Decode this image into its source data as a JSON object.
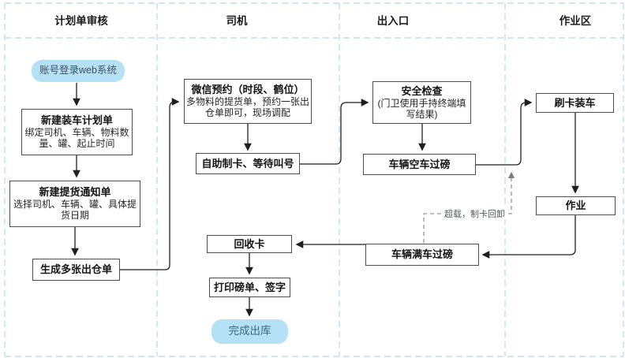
{
  "lanes": [
    {
      "label": "计划单审核"
    },
    {
      "label": "司机"
    },
    {
      "label": "出入口"
    },
    {
      "label": "作业区"
    }
  ],
  "nodes": {
    "login": {
      "title": "账号登录web系统"
    },
    "create_plan": {
      "title": "新建装车计划单",
      "subtitle": "绑定司机、车辆、物料数量、罐、起止时间"
    },
    "create_notice": {
      "title": "新建提货通知单",
      "subtitle": "选择司机、车辆、罐、具体提货日期"
    },
    "generate_orders": {
      "title": "生成多张出仓单"
    },
    "wechat_booking": {
      "title": "微信预约（时段、鹤位）",
      "subtitle": "多物料的提货单，预约一张出仓单即可，现场调配"
    },
    "self_card": {
      "title": "自助制卡、等待叫号"
    },
    "return_card": {
      "title": "回收卡"
    },
    "print_sign": {
      "title": "打印磅单、签字"
    },
    "complete": {
      "title": "完成出库"
    },
    "safety_check": {
      "title": "安全检查",
      "subtitle": "(门卫使用手持终端填写结果)"
    },
    "empty_weigh": {
      "title": "车辆空车过磅"
    },
    "full_weigh": {
      "title": "车辆满车过磅"
    },
    "swipe_load": {
      "title": "刷卡装车"
    },
    "work": {
      "title": "作业"
    }
  },
  "annotations": {
    "overload": "超载，制卡回卸"
  },
  "colors": {
    "lane_line": "#b9e0f2",
    "node_border": "#4e4e4e",
    "arrow": "#1f1f1f",
    "dashed_arrow": "#808080",
    "start_end_fill": "#b5e1f7"
  }
}
